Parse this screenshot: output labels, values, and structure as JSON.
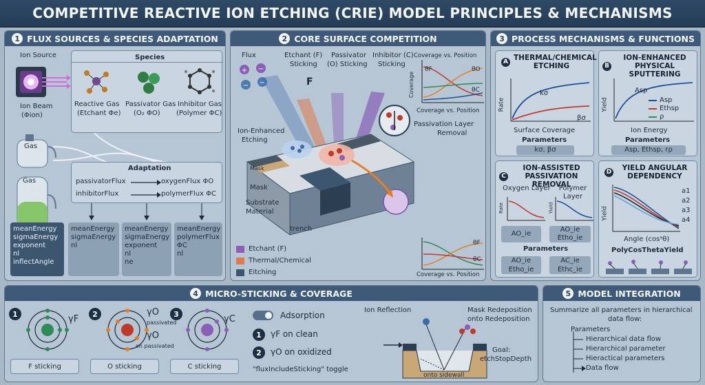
{
  "title": "COMPETITIVE REACTIVE ION ETCHING (CRIE) MODEL PRINCIPLES & MECHANISMS",
  "panel1": {
    "num": "1",
    "heading": "FLUX SOURCES & SPECIES ADAPTATION",
    "ion_source": "Ion Source",
    "ion_beam": "Ion Beam",
    "ion_beam_sym": "(Φion)",
    "gas1": "Gas",
    "gas2": "Gas",
    "species_heading": "Species",
    "species": [
      {
        "line1": "Reactive Gas",
        "line2": "(Etchant Φe)"
      },
      {
        "line1": "Passivator Gas",
        "line2": "(O₂ ΦO)"
      },
      {
        "line1": "Inhibitor Gas",
        "line2": "(Polymer ΦC)"
      }
    ],
    "adaptation_heading": "Adaptation",
    "adapt_rows": [
      {
        "from": "passivatorFlux",
        "to": "oxygenFlux  ΦO"
      },
      {
        "from": "inhibitorFlux",
        "to": "polymerFlux  ΦC"
      }
    ],
    "param_sets": [
      [
        "meanEnergy",
        "sigmaEnergy",
        "exponent",
        "nl",
        "inflectAngle"
      ],
      [
        "meanEnergy",
        "sigmaEnergy",
        "nl"
      ],
      [
        "meanEnergy",
        "sigmaEnergy",
        "exponent",
        "nl",
        "ne"
      ],
      [
        "meanEnergy",
        "polymerFlux",
        "ΦC",
        "nl"
      ]
    ]
  },
  "panel2": {
    "num": "2",
    "heading": "CORE SURFACE COMPETITION",
    "flux": "Flux",
    "etchant_sticking": {
      "l1": "Etchant (F)",
      "l2": "Sticking"
    },
    "passivator_sticking": {
      "l1": "Passivator",
      "l2": "(O) Sticking"
    },
    "inhibitor_sticking": {
      "l1": "Inhibitor (C)",
      "l2": "Sticking"
    },
    "F_label": "F",
    "ion_enhanced": {
      "l1": "Ion-Enhanced",
      "l2": "Etching"
    },
    "passivation_removal": {
      "l1": "Passivation Layer",
      "l2": "Removal"
    },
    "mask_small": "Mask",
    "mask": "Mask",
    "substrate": {
      "l1": "Substrate",
      "l2": "Material"
    },
    "trench": "trench",
    "chart_top": {
      "title": "Coverage vs. Position",
      "ylabel": "Coverage",
      "xlabel": "Coverage vs. Position",
      "labels": [
        "θF",
        "θO",
        "θC"
      ]
    },
    "chart_bottom": {
      "xlabel": "Coverage vs. Position",
      "labels": [
        "θF",
        "θC"
      ]
    },
    "legend": [
      "Etchant (F)",
      "Thermal/Chemical",
      "Eitching"
    ]
  },
  "panel3": {
    "num": "3",
    "heading": "PROCESS MECHANISMS & FUNCTIONS",
    "A": {
      "letter": "A",
      "title": "THERMAL/CHEMICAL ETCHING",
      "ylabel": "Rate",
      "xlabel": "Surface Coverage",
      "curve1": "kσ",
      "curve2": "βσ",
      "params_title": "Parameters",
      "params": "kσ, βσ"
    },
    "B": {
      "letter": "B",
      "title": "ION-ENHANCED PHYSICAL SPUTTERING",
      "ylabel": "Yield",
      "xlabel": "Ion Energy",
      "asp": "Asp",
      "legend": [
        "Asp",
        "Ethsp",
        "ρ"
      ],
      "params_title": "Parameters",
      "params": "Asp, Ethsp, rρ"
    },
    "C": {
      "letter": "C",
      "title": "ION-ASSISTED PASSIVATION REMOVAL",
      "col1": "Oxygen Layer",
      "col2": "Polymer Layer",
      "ylab1": "Rate",
      "ylab2": "Yield",
      "p1": "AO_ie",
      "p2": "AO_ie Etho_ie",
      "params_title": "Parameters",
      "p3": "AO_ie Etho_ie",
      "p4": "AC_ie Ethc_ie"
    },
    "D": {
      "letter": "D",
      "title": "YIELD ANGULAR DEPENDENCY",
      "ylabel": "Yield",
      "xlabel": "Angle (cosᵃθ)",
      "legend": [
        "a1",
        "a2",
        "a3",
        "a4"
      ],
      "func": "PolyCosThetaYield"
    }
  },
  "panel4": {
    "num": "4",
    "heading": "MICRO-STICKING & COVERAGE",
    "atoms": [
      {
        "num": "1",
        "gamma": "γF",
        "caption": "F sticking"
      },
      {
        "num": "2",
        "gamma": "γO",
        "gamma_note": "passivated",
        "gamma2": "γO",
        "gamma2_note": "on passivated",
        "caption": "O sticking"
      },
      {
        "num": "3",
        "gamma": "γC",
        "caption": "C sticking"
      }
    ],
    "adsorption": "Adsorption",
    "rule1_num": "1",
    "rule1": "γF on clean",
    "rule2_num": "2",
    "rule2": "γO on oxidized",
    "toggle_note": "\"fluxIncludeSticking\" toggle",
    "ion_reflection": "Ion Reflection",
    "mask_redep": {
      "l1": "Mask Redeposition",
      "l2": "onto Redeposition"
    },
    "goal": {
      "l1": "Goal:",
      "l2": "etchStopDepth"
    },
    "sidewall": "onto sidewall"
  },
  "panel5": {
    "num": "5",
    "heading": "MODEL INTEGRATION",
    "summary": {
      "l1": "Summarize all parameters in hierarchical",
      "l2": "data flow:"
    },
    "tree_root": "Parameters",
    "tree": [
      "Hierarchical data flow",
      "Hierarchical parameter",
      "Hieractical parameters",
      "Data flow"
    ]
  },
  "colors": {
    "etchant": "#8a5fb5",
    "thermal": "#e07a4a",
    "eitching": "#3d566f",
    "curve_blue": "#1f4e9a",
    "curve_red": "#c0392b",
    "curve_green": "#2e8b57",
    "curve_orange": "#e67e22"
  }
}
